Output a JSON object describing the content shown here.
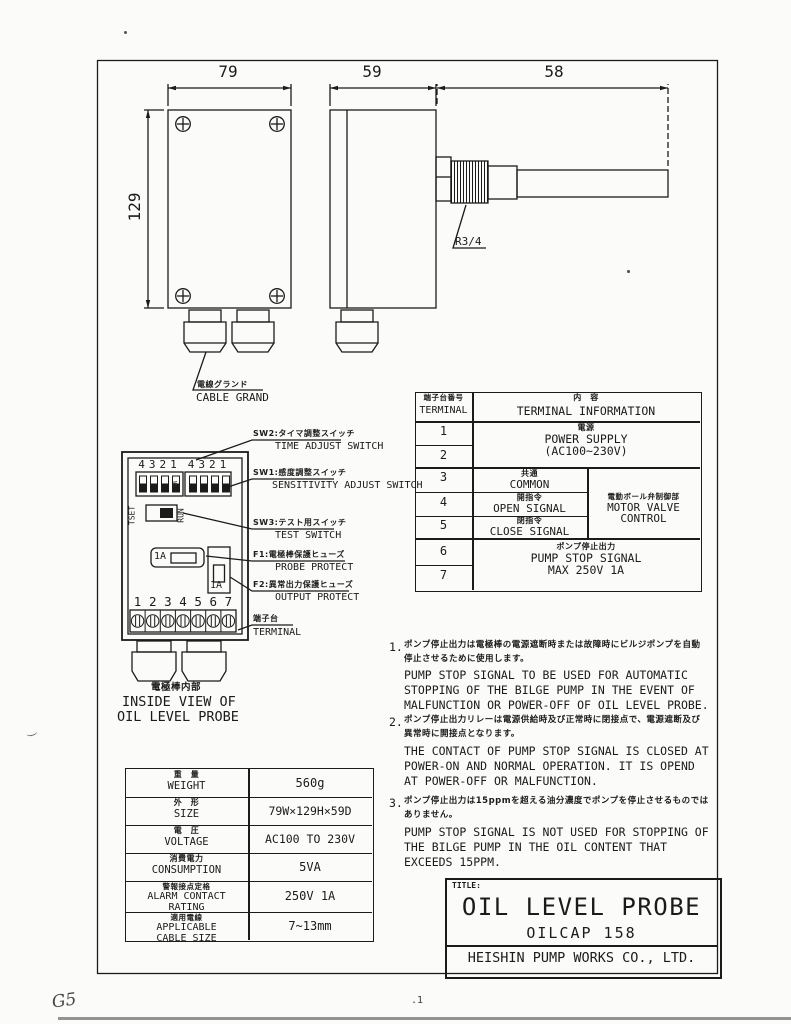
{
  "ink": "#1b1b1b",
  "paper": "#fbfbf9",
  "dimensions": {
    "front_width": "79",
    "front_height": "129",
    "side_depth": "59",
    "probe_length": "58",
    "thread": "R3/4"
  },
  "cable_gland": {
    "jp": "電線グランド",
    "en": "CABLE GRAND"
  },
  "inside_view": {
    "dip_left": "4321",
    "dip_right": "4321",
    "on_label": "ON",
    "tset": "TSET",
    "run": "RUN",
    "fuse1": "1A",
    "fuse2": "1A",
    "terminals": [
      "1",
      "2",
      "3",
      "4",
      "5",
      "6",
      "7"
    ],
    "sw2_jp": "SW2:タイマ調整スイッチ",
    "sw2_en": "TIME ADJUST SWITCH",
    "sw1_jp": "SW1:感度調整スイッチ",
    "sw1_en": "SENSITIVITY ADJUST SWITCH",
    "sw3_jp": "SW3:テスト用スイッチ",
    "sw3_en": "TEST SWITCH",
    "f1_jp": "F1:電極棒保護ヒューズ",
    "f1_en": "PROBE PROTECT",
    "f2_jp": "F2:異常出力保護ヒューズ",
    "f2_en": "OUTPUT PROTECT",
    "terminal_jp": "端子台",
    "terminal_en": "TERMINAL",
    "caption_jp": "電極棒内部",
    "caption_en1": "INSIDE VIEW OF",
    "caption_en2": "OIL LEVEL PROBE"
  },
  "terminal_table": {
    "hdr_no_jp": "端子台番号",
    "hdr_no_en": "TERMINAL",
    "hdr_info_jp": "内　容",
    "hdr_info_en": "TERMINAL INFORMATION",
    "t1": "1",
    "t2": "2",
    "power_jp": "電源",
    "power_en1": "POWER SUPPLY",
    "power_en2": "(AC100~230V)",
    "t3": "3",
    "common_jp": "共通",
    "common_en": "COMMON",
    "t4": "4",
    "open_jp": "開指令",
    "open_en": "OPEN SIGNAL",
    "t5": "5",
    "close_jp": "閉指令",
    "close_en": "CLOSE SIGNAL",
    "motor_jp": "電動ボール弁制御部",
    "motor_en1": "MOTOR VALVE",
    "motor_en2": "CONTROL",
    "t6": "6",
    "t7": "7",
    "pump_jp": "ポンプ停止出力",
    "pump_en1": "PUMP STOP SIGNAL",
    "pump_en2": "MAX 250V 1A"
  },
  "notes": [
    {
      "no": "1.",
      "jp1": "ポンプ停止出力は電極棒の電源遮断時または故障時にビルジポンプを自動",
      "jp2": "停止させるために使用します。",
      "en1": "PUMP STOP SIGNAL TO BE USED FOR AUTOMATIC",
      "en2": "STOPPING OF THE BILGE PUMP IN THE EVENT OF",
      "en3": "MALFUNCTION OR POWER-OFF OF OIL LEVEL PROBE."
    },
    {
      "no": "2.",
      "jp1": "ポンプ停止出力リレーは電源供給時及び正常時に閉接点で、電源遮断及び",
      "jp2": "異常時に開接点となります。",
      "en1": "THE CONTACT OF PUMP STOP SIGNAL IS CLOSED AT",
      "en2": "POWER-ON AND NORMAL OPERATION. IT IS OPEND",
      "en3": "AT POWER-OFF OR MALFUNCTION."
    },
    {
      "no": "3.",
      "jp1": "ポンプ停止出力は15ppmを超える油分濃度でポンプを停止させるものでは",
      "jp2": "ありません。",
      "en1": "PUMP STOP SIGNAL IS NOT USED FOR STOPPING OF",
      "en2": "THE BILGE PUMP IN THE OIL CONTENT THAT",
      "en3": "EXCEEDS 15PPM."
    }
  ],
  "spec_table": {
    "rows": [
      {
        "jp": "重　量",
        "en": "WEIGHT",
        "value": "560g"
      },
      {
        "jp": "外　形",
        "en": "SIZE",
        "value": "79W×129H×59D"
      },
      {
        "jp": "電　圧",
        "en": "VOLTAGE",
        "value": "AC100 TO 230V"
      },
      {
        "jp": "消費電力",
        "en": "CONSUMPTION",
        "value": "5VA"
      },
      {
        "jp": "警報接点定格",
        "en": "ALARM CONTACT\nRATING",
        "value": "250V 1A"
      },
      {
        "jp": "適用電線",
        "en": "APPLICABLE\nCABLE SIZE",
        "value": "7~13mm"
      }
    ]
  },
  "title_block": {
    "label": "TITLE:",
    "title": "OIL LEVEL PROBE",
    "model": "OILCAP 158",
    "company": "HEISHIN PUMP WORKS CO., LTD."
  },
  "marks": {
    "handwritten": "G5",
    "page": ".1"
  }
}
